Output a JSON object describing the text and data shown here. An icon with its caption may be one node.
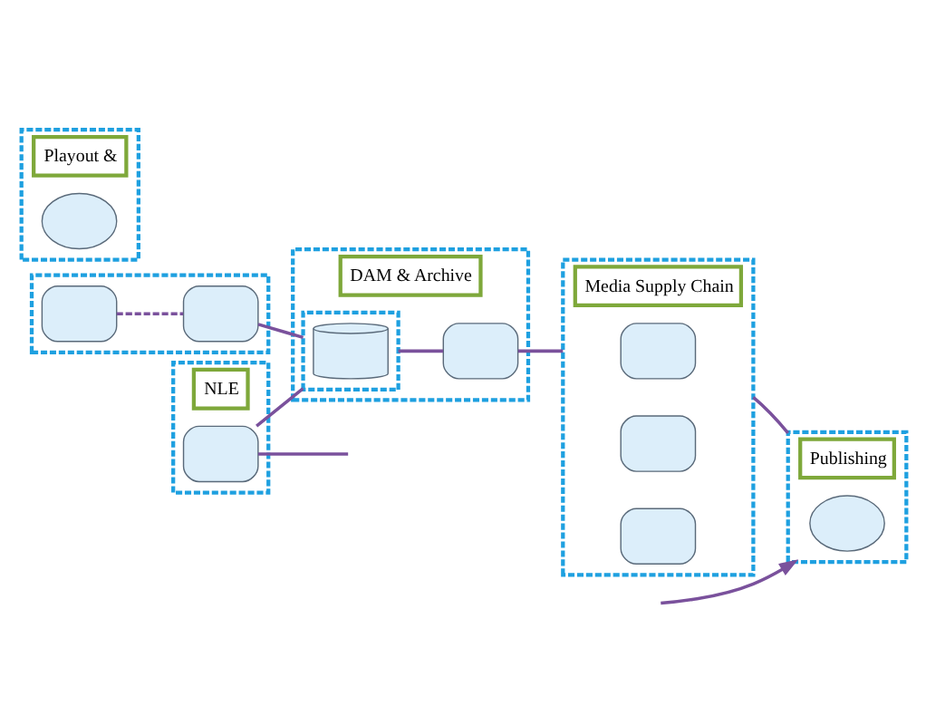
{
  "diagram": {
    "nodes": [
      {
        "text": [],
        "shape": "box"
      },
      {
        "text": [],
        "shape": "box",
        "in": 0
      },
      {
        "text": [],
        "shape": "box",
        "in": 0
      },
      {
        "text": [
          "NLE"
        ]
      },
      {
        "text": [],
        "shape": "box",
        "in": 3
      },
      {
        "text": [
          "DAM & Archive"
        ]
      },
      {
        "text": [],
        "shape": "box",
        "in": 5
      },
      {
        "text": [],
        "shape": "cylinder",
        "in": 6
      },
      {
        "text": [],
        "shape": "box",
        "in": 5
      },
      {
        "text": [
          "Media Supply Chain"
        ]
      },
      {
        "text": [],
        "shape": "box",
        "in": 9
      },
      {
        "text": [],
        "shape": "box",
        "in": 9
      },
      {
        "text": [],
        "shape": "box",
        "in": 9
      },
      {
        "text": [
          "Publishing"
        ]
      },
      {
        "text": [],
        "shape": "cloud",
        "in": 13
      },
      {
        "text": [
          "Playout &"
        ]
      },
      {
        "text": [],
        "shape": "cloud",
        "in": 15
      }
    ],
    "edges": [
      {
        "from": 1,
        "to": 2,
        "arrow": "none",
        "style": "dashed"
      },
      {
        "from": 4,
        "to": null,
        "arrow": "none"
      },
      {
        "from": 2,
        "to": 6,
        "arrow": "none"
      },
      {
        "from": 4,
        "to": 6,
        "arrow": "none"
      },
      {
        "from": 6,
        "to": 8,
        "arrow": "none"
      },
      {
        "from": 8,
        "to": 9,
        "arrow": "none"
      },
      {
        "from": 9,
        "to": 13,
        "arrow": "none"
      },
      {
        "from": null,
        "to": 13,
        "arrow": "to"
      }
    ]
  }
}
